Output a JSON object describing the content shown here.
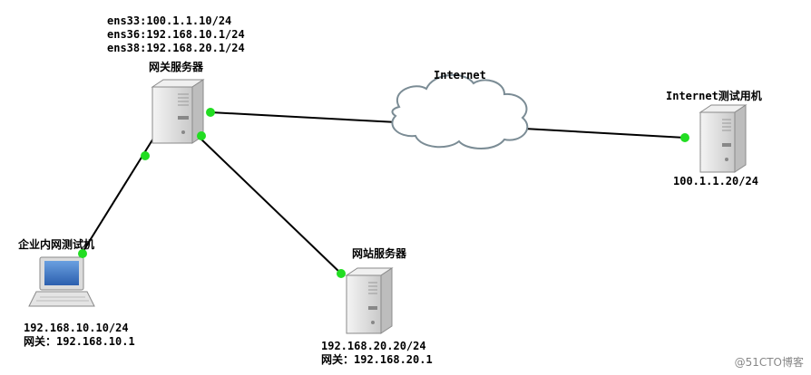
{
  "gateway": {
    "title": "网关服务器",
    "interfaces": [
      "ens33:100.1.1.10/24",
      "ens36:192.168.10.1/24",
      "ens38:192.168.20.1/24"
    ]
  },
  "internet": {
    "label": "Internet"
  },
  "internet_host": {
    "title": "Internet测试用机",
    "ip": "100.1.1.20/24"
  },
  "lan_host": {
    "title": "企业内网测试机",
    "ip": "192.168.10.10/24",
    "gateway": "网关：192.168.10.1"
  },
  "web_server": {
    "title": "网站服务器",
    "ip": "192.168.20.20/24",
    "gateway": "网关：192.168.20.1"
  },
  "watermark": "@51CTO博客",
  "colors": {
    "link": "#000000",
    "port": "#22dd22",
    "cloud_stroke": "#7b8c95",
    "server": "#e6e6e6"
  }
}
